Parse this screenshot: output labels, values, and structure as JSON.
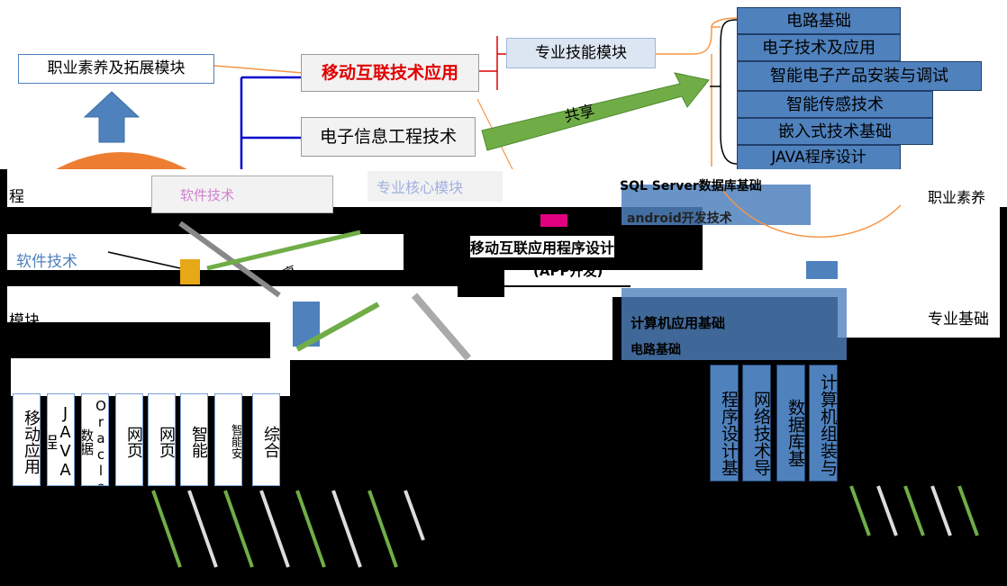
{
  "top": {
    "career_module": "职业素养及拓展模块",
    "mobile_internet": "移动互联技术应用",
    "electronic_info": "电子信息工程技术",
    "professional_skill": "专业技能模块",
    "share_label": "共享"
  },
  "skill_list": [
    "电路基础",
    "电子技术及应用",
    "智能电子产品安装与调试",
    "智能传感技术",
    "嵌入式技术基础",
    "JAVA程序设计"
  ],
  "middle": {
    "left_partial": "程",
    "software_tech": "软件技术",
    "module_partial": "模块",
    "center_title": "移动互联应用程序设计",
    "center_sub": "(APP开发)",
    "sql_label": "SQL Server数据库基础",
    "android_label": "android开发技术",
    "right_partial": "专业基础",
    "right_top_partial": "职业素养",
    "share2": "共享",
    "base_item1": "计算机应用基础",
    "base_item2": "电路基础",
    "left_box1": "软件技术",
    "left_box2": "专业核心模块"
  },
  "left_columns": [
    "移动应用",
    "JAVA程",
    "Oracle数据",
    "网页",
    "网页",
    "智能",
    "智能安",
    "综合"
  ],
  "right_columns": [
    "程序设计基",
    "网络技术导",
    "数据库基",
    "计算机组装与"
  ]
}
